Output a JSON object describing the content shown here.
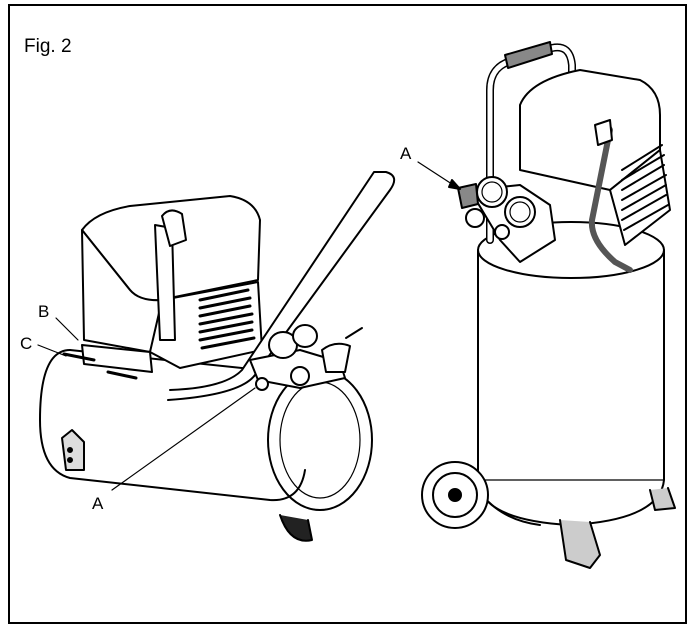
{
  "figure": {
    "title": "Fig. 2",
    "labels": {
      "a_left": "A",
      "a_right": "A",
      "b": "B",
      "c": "C"
    }
  }
}
